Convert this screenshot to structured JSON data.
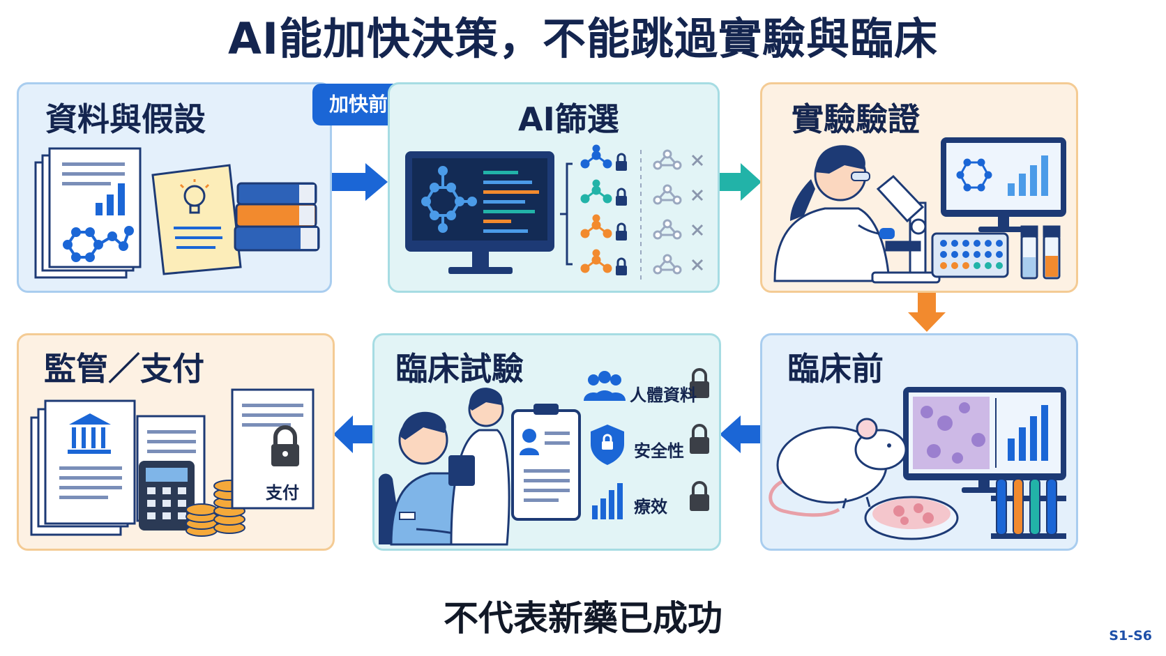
{
  "title": "AI能加快決策，不能跳過實驗與臨床",
  "badge": "加快前段與流程決策",
  "panels": {
    "data": {
      "title": "資料與假設"
    },
    "screen": {
      "title": "AI篩選"
    },
    "experiment": {
      "title": "實驗驗證"
    },
    "preclinical": {
      "title": "臨床前"
    },
    "trial": {
      "title": "臨床試驗",
      "items": [
        "人體資料",
        "安全性",
        "療效"
      ]
    },
    "regulation": {
      "title": "監管／支付",
      "pay_label": "支付"
    }
  },
  "footer": "不代表新藥已成功",
  "code": "S1-S6",
  "icons": [
    "document-icon",
    "lightbulb-icon",
    "books-icon",
    "monitor-icon",
    "molecule-icon",
    "lock-icon",
    "x-icon",
    "scientist-icon",
    "microscope-icon",
    "well-plate-icon",
    "vial-icon",
    "mouse-icon",
    "petri-dish-icon",
    "test-tube-icon",
    "patient-icon",
    "doctor-icon",
    "clipboard-icon",
    "people-icon",
    "shield-icon",
    "bar-chart-icon",
    "bank-icon",
    "calculator-icon",
    "coins-icon"
  ],
  "colors": {
    "title": "#14254f",
    "blue_arrow": "#1b66d6",
    "teal_arrow": "#22b3a8",
    "orange_arrow": "#f28a2e",
    "orange_accent": "#f28a2e",
    "green_accent": "#22b3a8"
  }
}
